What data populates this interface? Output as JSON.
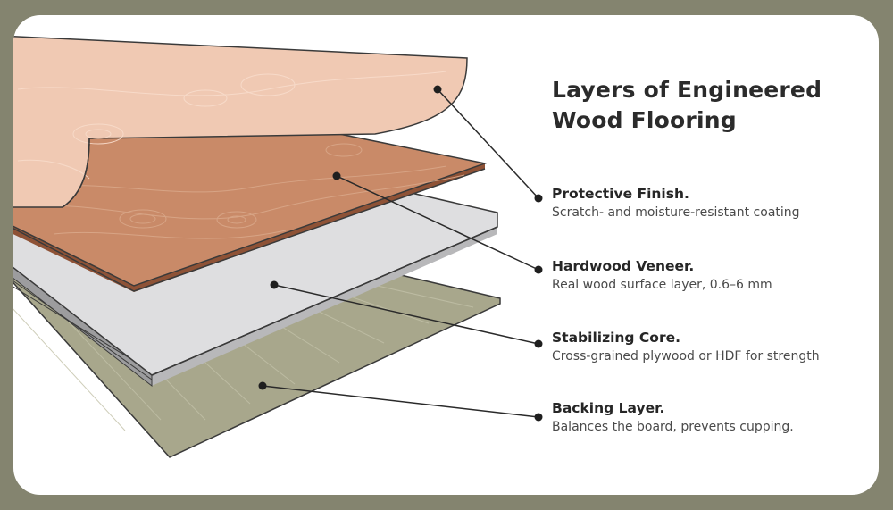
{
  "title_line1": "Layers of Engineered",
  "title_line2": "Wood Flooring",
  "layers": [
    {
      "name": "Protective Finish.",
      "description": "Scratch- and moisture-resistant coating"
    },
    {
      "name": "Hardwood Veneer.",
      "description": "Real wood surface layer, 0.6–6 mm"
    },
    {
      "name": "Stabilizing Core.",
      "description": "Cross-grained plywood or HDF for strength"
    },
    {
      "name": "Backing Layer.",
      "description": "Balances the board, prevents cupping."
    }
  ],
  "colors": {
    "background": "#84846f",
    "card": "#ffffff",
    "finish": "#f0c9b3",
    "veneer": "#c98a68",
    "core": "#dedee0",
    "backing": "#a8a78c",
    "outline": "#3a3a3a"
  }
}
